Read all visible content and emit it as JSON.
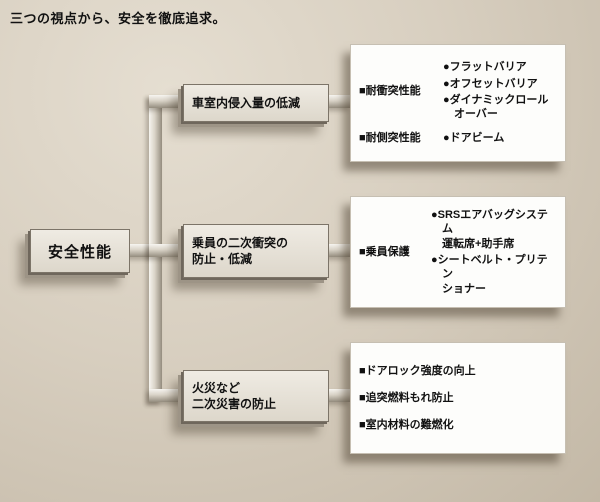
{
  "page": {
    "title": "三つの視点から、安全を徹底追求。"
  },
  "colors": {
    "background": "#d8cfc0",
    "slab_face": "#e8e4db",
    "detail_box": "#fdfdfb",
    "text": "#111111"
  },
  "root": {
    "label": "安全性能"
  },
  "branches": [
    {
      "mid_label": "車室内侵入量の低減",
      "rows": [
        {
          "heading": "■耐衝突性能",
          "items": [
            "●フラットバリア",
            "●オフセットバリア",
            "●ダイナミックロール\nオーバー"
          ]
        },
        {
          "heading": "■耐側突性能",
          "items": [
            "●ドアビーム"
          ]
        }
      ]
    },
    {
      "mid_label": "乗員の二次衝突の\n防止・低減",
      "rows": [
        {
          "heading": "■乗員保護",
          "items": [
            "●SRSエアバッグシステム\n運転席+助手席",
            "●シートベルト・プリテン\nショナー"
          ]
        }
      ]
    },
    {
      "mid_label": "火災など\n二次災害の防止",
      "rows": [
        {
          "heading": "■ドアロック強度の向上",
          "items": []
        },
        {
          "heading": "■追突燃料もれ防止",
          "items": []
        },
        {
          "heading": "■室内材料の難燃化",
          "items": []
        }
      ]
    }
  ]
}
